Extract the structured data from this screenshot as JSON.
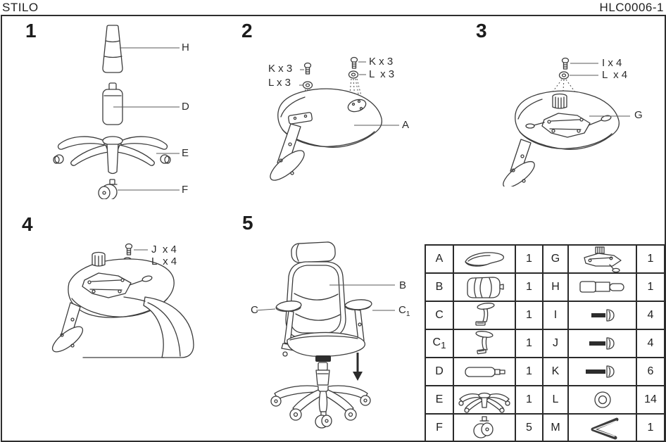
{
  "header": {
    "brand": "STILO",
    "model": "HLC0006-1"
  },
  "steps": {
    "s1": {
      "num": "1",
      "h": "H",
      "d": "D",
      "e": "E",
      "f": "F"
    },
    "s2": {
      "num": "2",
      "k_left": "K x 3",
      "l_left": "L x 3",
      "k_right": "K x 3",
      "l_right": "L  x 3",
      "a": "A"
    },
    "s3": {
      "num": "3",
      "i": "I x 4",
      "l": "L  x 4",
      "g": "G"
    },
    "s4": {
      "num": "4",
      "j": "J  x 4",
      "l": "L  x 4"
    },
    "s5": {
      "num": "5",
      "b": "B",
      "c": "C",
      "c1": "C",
      "c1_sub": "1"
    }
  },
  "table": {
    "rows": [
      {
        "p": "A",
        "icon": "seat-icon",
        "q": "1",
        "p2": "G",
        "icon2": "mechanism-icon",
        "q2": "1"
      },
      {
        "p": "B",
        "icon": "backrest-icon",
        "q": "1",
        "p2": "H",
        "icon2": "headrest-post-icon",
        "q2": "1"
      },
      {
        "p": "C",
        "icon": "armrest-left-icon",
        "q": "1",
        "p2": "I",
        "icon2": "screw-short-icon",
        "q2": "4"
      },
      {
        "p": "C",
        "psub": "1",
        "icon": "armrest-right-icon",
        "q": "1",
        "p2": "J",
        "icon2": "screw-mid-icon",
        "q2": "4"
      },
      {
        "p": "D",
        "icon": "gas-lift-icon",
        "q": "1",
        "p2": "K",
        "icon2": "screw-long-icon",
        "q2": "6"
      },
      {
        "p": "E",
        "icon": "base-icon",
        "q": "1",
        "p2": "L",
        "icon2": "washer-icon",
        "q2": "14"
      },
      {
        "p": "F",
        "icon": "caster-icon",
        "q": "5",
        "p2": "M",
        "icon2": "allen-key-icon",
        "q2": "1"
      }
    ]
  },
  "colors": {
    "line": "#3c3c3c",
    "text": "#262626",
    "background": "#ffffff"
  }
}
